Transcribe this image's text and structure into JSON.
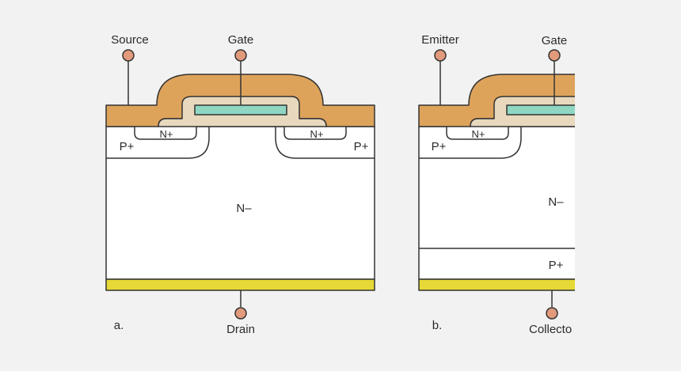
{
  "diagram_a": {
    "caption": "a.",
    "terminals": {
      "source": "Source",
      "gate": "Gate",
      "drain": "Drain"
    },
    "regions": {
      "n_plus_left": "N+",
      "n_plus_right": "N+",
      "p_plus_left": "P+",
      "p_plus_right": "P+",
      "n_minus": "N–"
    }
  },
  "diagram_b": {
    "caption": "b.",
    "terminals": {
      "emitter": "Emitter",
      "gate": "Gate",
      "collector": "Collecto"
    },
    "regions": {
      "n_plus": "N+",
      "p_plus_left": "P+",
      "n_minus": "N–",
      "p_plus_bottom": "P+"
    }
  },
  "colors": {
    "background": "#f2f2f2",
    "metal": "#dea35b",
    "oxide": "#e8d9be",
    "gate_poly": "#8fd6c3",
    "substrate_contact": "#e6d937",
    "terminal": "#e29a7c",
    "outline": "#333333"
  }
}
